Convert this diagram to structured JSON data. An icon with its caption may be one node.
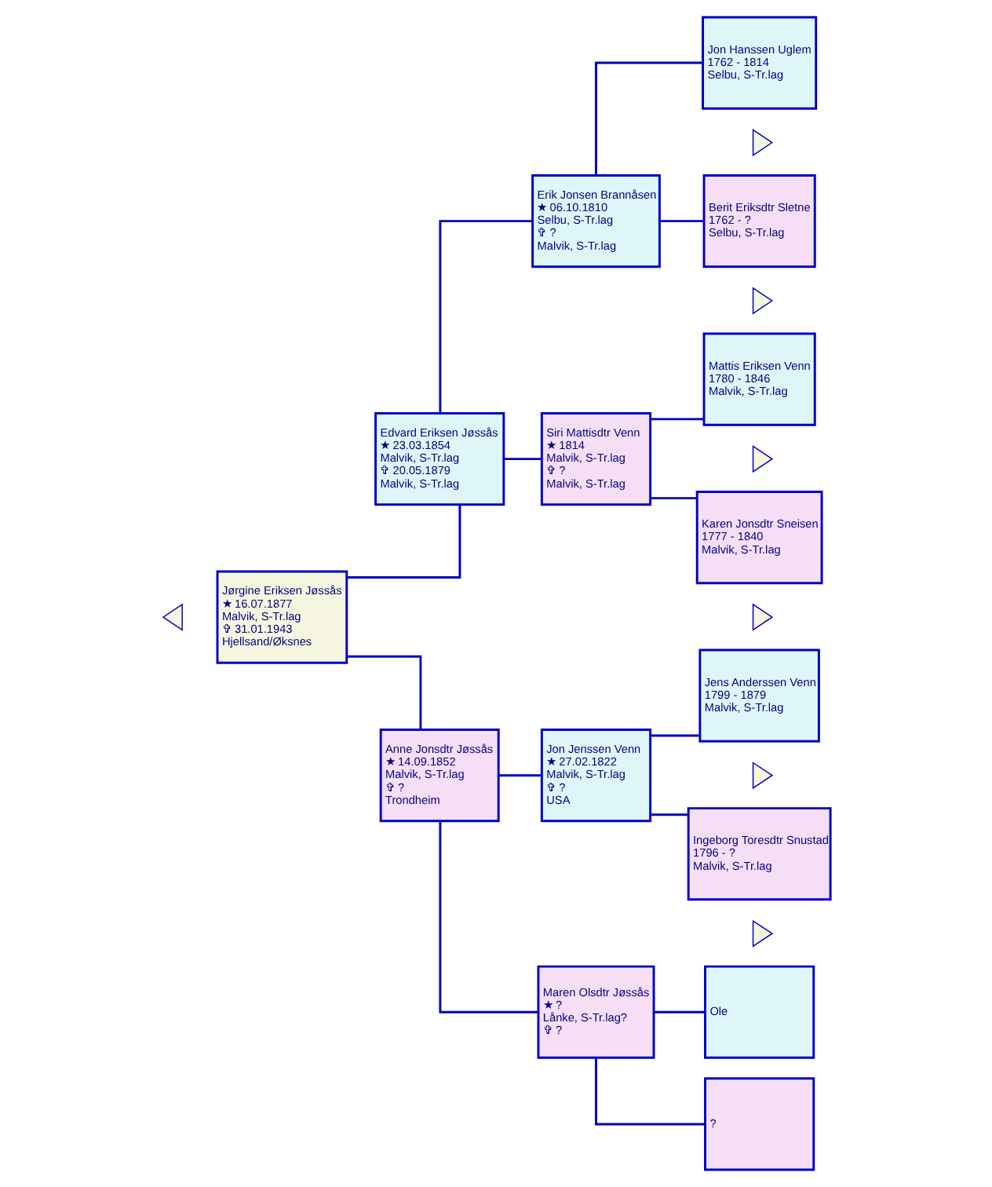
{
  "diagram": {
    "nodes": [
      {
        "text": [
          "Jørgine Eriksen Jøssås",
          "★ 16.07.1877",
          "Malvik, S-Tr.lag",
          "✞ 31.01.1943",
          "Hjellsand/Øksnes"
        ]
      },
      {
        "text": [
          "Edvard Eriksen Jøssås",
          "★ 23.03.1854",
          "Malvik, S-Tr.lag",
          "✞ 20.05.1879",
          "Malvik, S-Tr.lag"
        ]
      },
      {
        "text": [
          "Anne Jonsdtr Jøssås",
          "★ 14.09.1852",
          "Malvik, S-Tr.lag",
          "✞ ?",
          "Trondheim"
        ]
      },
      {
        "text": [
          "Erik Jonsen Brannåsen",
          "★ 06.10.1810",
          "Selbu, S-Tr.lag",
          "✞ ?",
          "Malvik, S-Tr.lag"
        ]
      },
      {
        "text": [
          "Siri Mattisdtr Venn",
          "★ 1814",
          "Malvik, S-Tr.lag",
          "✞ ?",
          "Malvik, S-Tr.lag"
        ]
      },
      {
        "text": [
          "Jon Jenssen Venn",
          "★ 27.02.1822",
          "Malvik, S-Tr.lag",
          "✞ ?",
          "USA"
        ]
      },
      {
        "text": [
          "Maren Olsdtr Jøssås",
          "★ ?",
          "Lånke, S-Tr.lag?",
          "✞ ?"
        ]
      },
      {
        "text": [
          "Jon Hanssen Uglem",
          "1762 - 1814",
          "Selbu, S-Tr.lag"
        ]
      },
      {
        "text": [
          "Berit Eriksdtr Sletne",
          "1762 - ?",
          "Selbu, S-Tr.lag"
        ]
      },
      {
        "text": [
          "Mattis Eriksen Venn",
          "1780 - 1846",
          "Malvik, S-Tr.lag"
        ]
      },
      {
        "text": [
          "Karen Jonsdtr Sneisen",
          "1777 - 1840",
          "Malvik, S-Tr.lag"
        ]
      },
      {
        "text": [
          "Jens Anderssen Venn",
          "1799 - 1879",
          "Malvik, S-Tr.lag"
        ]
      },
      {
        "text": [
          "Ingeborg Toresdtr Snustad",
          "1796 - ?",
          "Malvik, S-Tr.lag"
        ]
      },
      {
        "text": [
          "Ole"
        ]
      },
      {
        "text": [
          "?"
        ]
      },
      {
        "text": [],
        "shape": "triangle"
      },
      {
        "text": [],
        "shape": "triangle"
      },
      {
        "text": [],
        "shape": "triangle"
      },
      {
        "text": [],
        "shape": "triangle"
      },
      {
        "text": [],
        "shape": "triangle"
      },
      {
        "text": [],
        "shape": "triangle"
      },
      {
        "text": [],
        "shape": "triangle"
      }
    ],
    "edges": [
      {
        "from": 0,
        "to": 1,
        "arrow": "none"
      },
      {
        "from": 0,
        "to": 2,
        "arrow": "none"
      },
      {
        "from": 1,
        "to": 3,
        "arrow": "none"
      },
      {
        "from": 1,
        "to": 4,
        "arrow": "none"
      },
      {
        "from": 2,
        "to": 5,
        "arrow": "none"
      },
      {
        "from": 2,
        "to": 6,
        "arrow": "none"
      },
      {
        "from": 3,
        "to": 7,
        "arrow": "none"
      },
      {
        "from": 3,
        "to": 8,
        "arrow": "none"
      },
      {
        "from": 4,
        "to": 9,
        "arrow": "none"
      },
      {
        "from": 4,
        "to": 10,
        "arrow": "none"
      },
      {
        "from": 5,
        "to": 11,
        "arrow": "none"
      },
      {
        "from": 5,
        "to": 12,
        "arrow": "none"
      },
      {
        "from": 6,
        "to": 13,
        "arrow": "none"
      },
      {
        "from": 6,
        "to": 14,
        "arrow": "none"
      }
    ]
  }
}
